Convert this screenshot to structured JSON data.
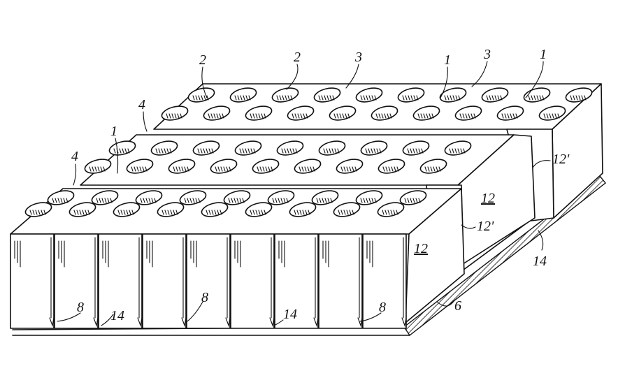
{
  "labels": {
    "top_row": [
      "2",
      "2",
      "3",
      "1",
      "3",
      "1"
    ],
    "left_side": [
      "4",
      "4",
      "1"
    ],
    "face_numbers": [
      "12",
      "12"
    ],
    "side_groove": [
      "12'",
      "12'"
    ],
    "bottom_left": [
      "8",
      "14",
      "8",
      "14",
      "8"
    ],
    "right_lower": [
      "14",
      "6"
    ]
  }
}
